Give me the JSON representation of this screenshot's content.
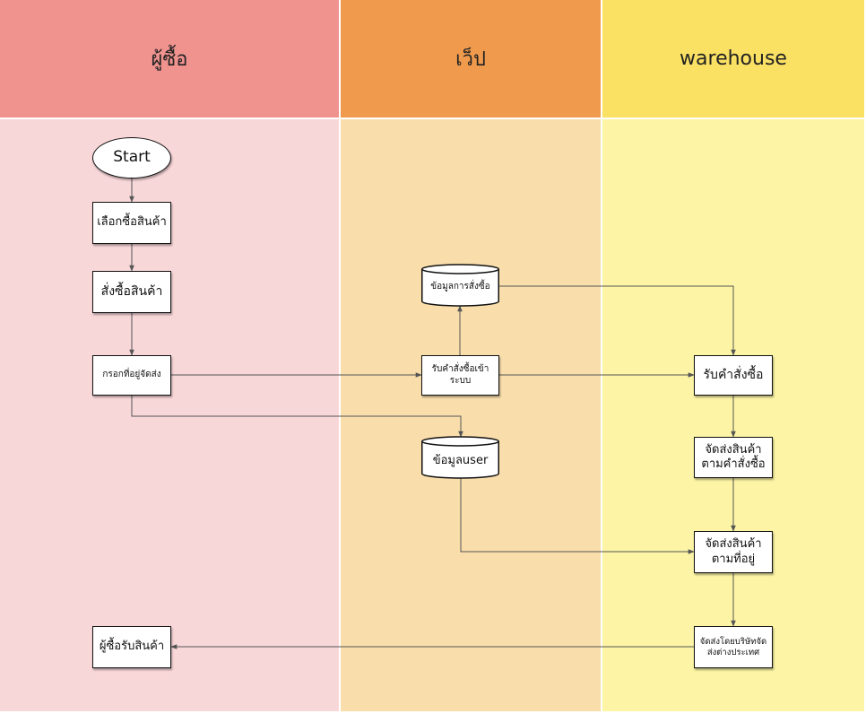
{
  "lanes": [
    {
      "title": "ผู้ซื้อ",
      "head_color": "#f0938f",
      "body_color": "#f8d7d9"
    },
    {
      "title": "เว็ป",
      "head_color": "#f09a4d",
      "body_color": "#f9deac"
    },
    {
      "title": "warehouse",
      "head_color": "#fae063",
      "body_color": "#fdf5a5"
    }
  ],
  "nodes": {
    "start": "Start",
    "select_product": "เลือกซื้อสินค้า",
    "order_product": "สั่งซื้อสินค้า",
    "enter_address": "กรอกที่อยู่จัดส่ง",
    "receive_order_system": "รับคำสั่งซื้อเข้าระบบ",
    "order_data": "ข้อมูลการสั่งซื้อ",
    "user_data": "ข้อมูลuser",
    "receive_order": "รับคำสั่งซื้อ",
    "ship_by_order": "จัดส่งสินค้าตามคำสั่งซื้อ",
    "ship_by_address": "จัดส่งสินค้าตามที่อยู่",
    "ship_by_carrier": "จัดส่งโดยบริษัทจัดส่งต่างประเทศ",
    "buyer_receives": "ผู้ซื้อรับสินค้า"
  },
  "colors": {
    "line": "#555555",
    "border": "#111111"
  }
}
